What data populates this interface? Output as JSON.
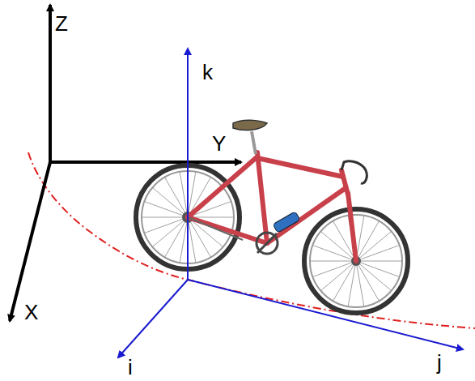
{
  "diagram": {
    "labels": [
      "Z",
      "Y",
      "X",
      "k",
      "i",
      "j"
    ]
  }
}
